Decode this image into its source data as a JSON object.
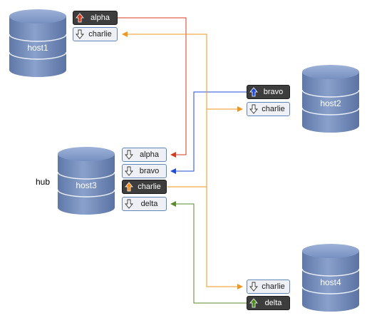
{
  "hosts": [
    {
      "id": "host1",
      "label": "host1"
    },
    {
      "id": "host2",
      "label": "host2"
    },
    {
      "id": "host3",
      "label": "host3"
    },
    {
      "id": "host4",
      "label": "host4"
    }
  ],
  "hub_label": "hub",
  "ports": {
    "host1": [
      {
        "label": "alpha",
        "kind": "pub",
        "arrow_color": "#d43a1e"
      },
      {
        "label": "charlie",
        "kind": "sub"
      }
    ],
    "host2": [
      {
        "label": "bravo",
        "kind": "pub",
        "arrow_color": "#1f4bd8"
      },
      {
        "label": "charlie",
        "kind": "sub"
      }
    ],
    "host3": [
      {
        "label": "alpha",
        "kind": "sub"
      },
      {
        "label": "bravo",
        "kind": "sub"
      },
      {
        "label": "charlie",
        "kind": "pub",
        "arrow_color": "#f28c18"
      },
      {
        "label": "delta",
        "kind": "sub"
      }
    ],
    "host4": [
      {
        "label": "charlie",
        "kind": "sub"
      },
      {
        "label": "delta",
        "kind": "pub",
        "arrow_color": "#4a8a1a"
      }
    ]
  },
  "colors": {
    "alpha": "#d43a1e",
    "bravo": "#1f4bd8",
    "charlie": "#f0961e",
    "delta": "#5a8a2a",
    "database": "#7089b8"
  },
  "icons": {
    "publish": "up-arrow-icon",
    "subscribe": "down-arrow-icon",
    "host": "database-icon"
  }
}
